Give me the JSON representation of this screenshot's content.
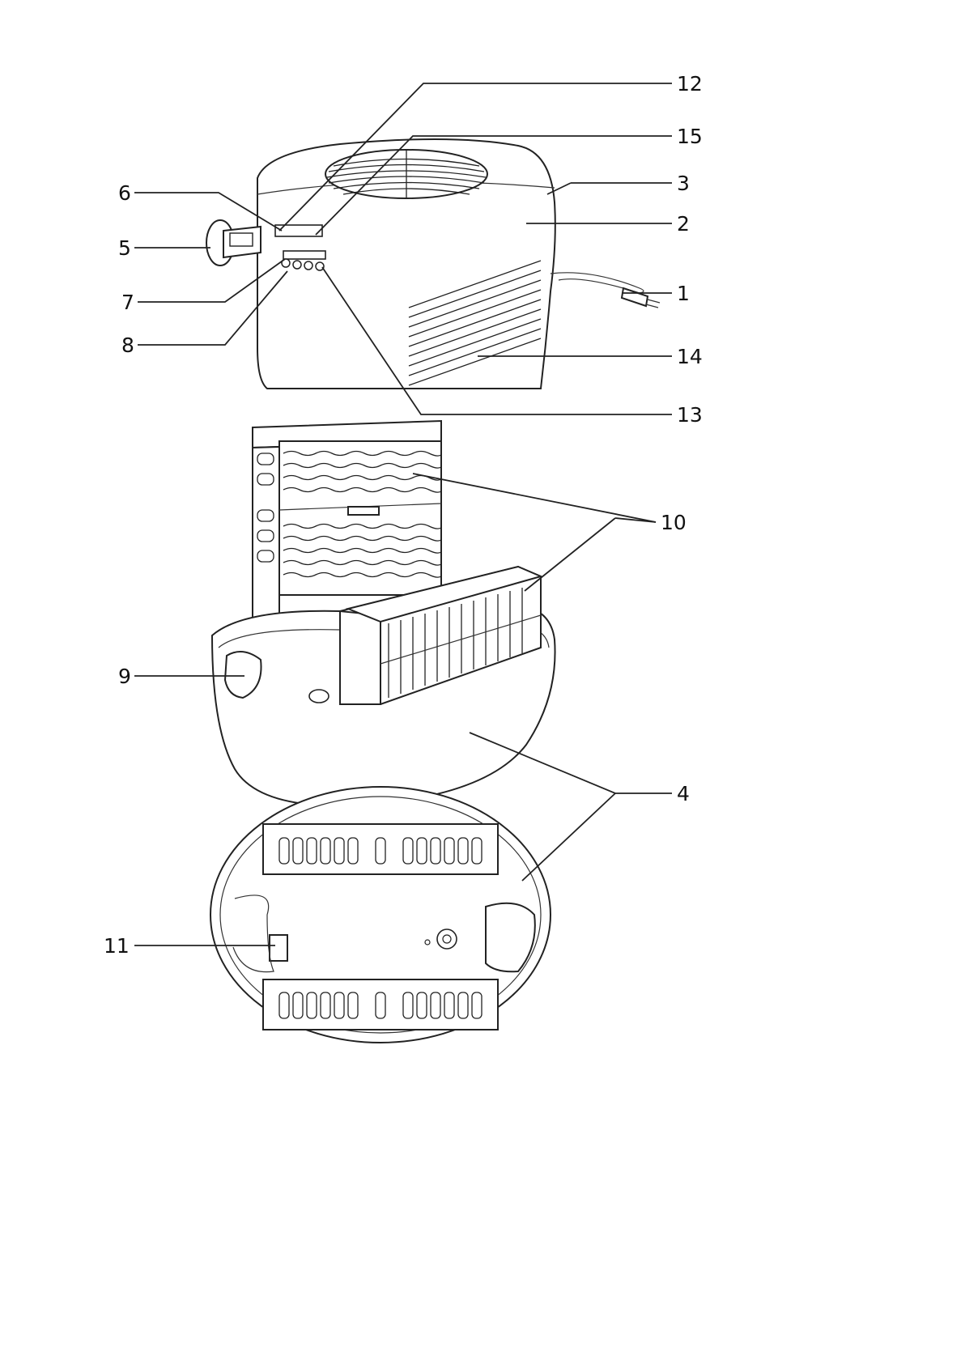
{
  "diagram": {
    "callouts": [
      {
        "id": "c1",
        "number": "1"
      },
      {
        "id": "c2",
        "number": "2"
      },
      {
        "id": "c3",
        "number": "3"
      },
      {
        "id": "c4",
        "number": "4"
      },
      {
        "id": "c5",
        "number": "5"
      },
      {
        "id": "c6",
        "number": "6"
      },
      {
        "id": "c7",
        "number": "7"
      },
      {
        "id": "c8",
        "number": "8"
      },
      {
        "id": "c9",
        "number": "9"
      },
      {
        "id": "c10",
        "number": "10"
      },
      {
        "id": "c11",
        "number": "11"
      },
      {
        "id": "c12",
        "number": "12"
      },
      {
        "id": "c13",
        "number": "13"
      },
      {
        "id": "c14",
        "number": "14"
      },
      {
        "id": "c15",
        "number": "15"
      }
    ]
  }
}
